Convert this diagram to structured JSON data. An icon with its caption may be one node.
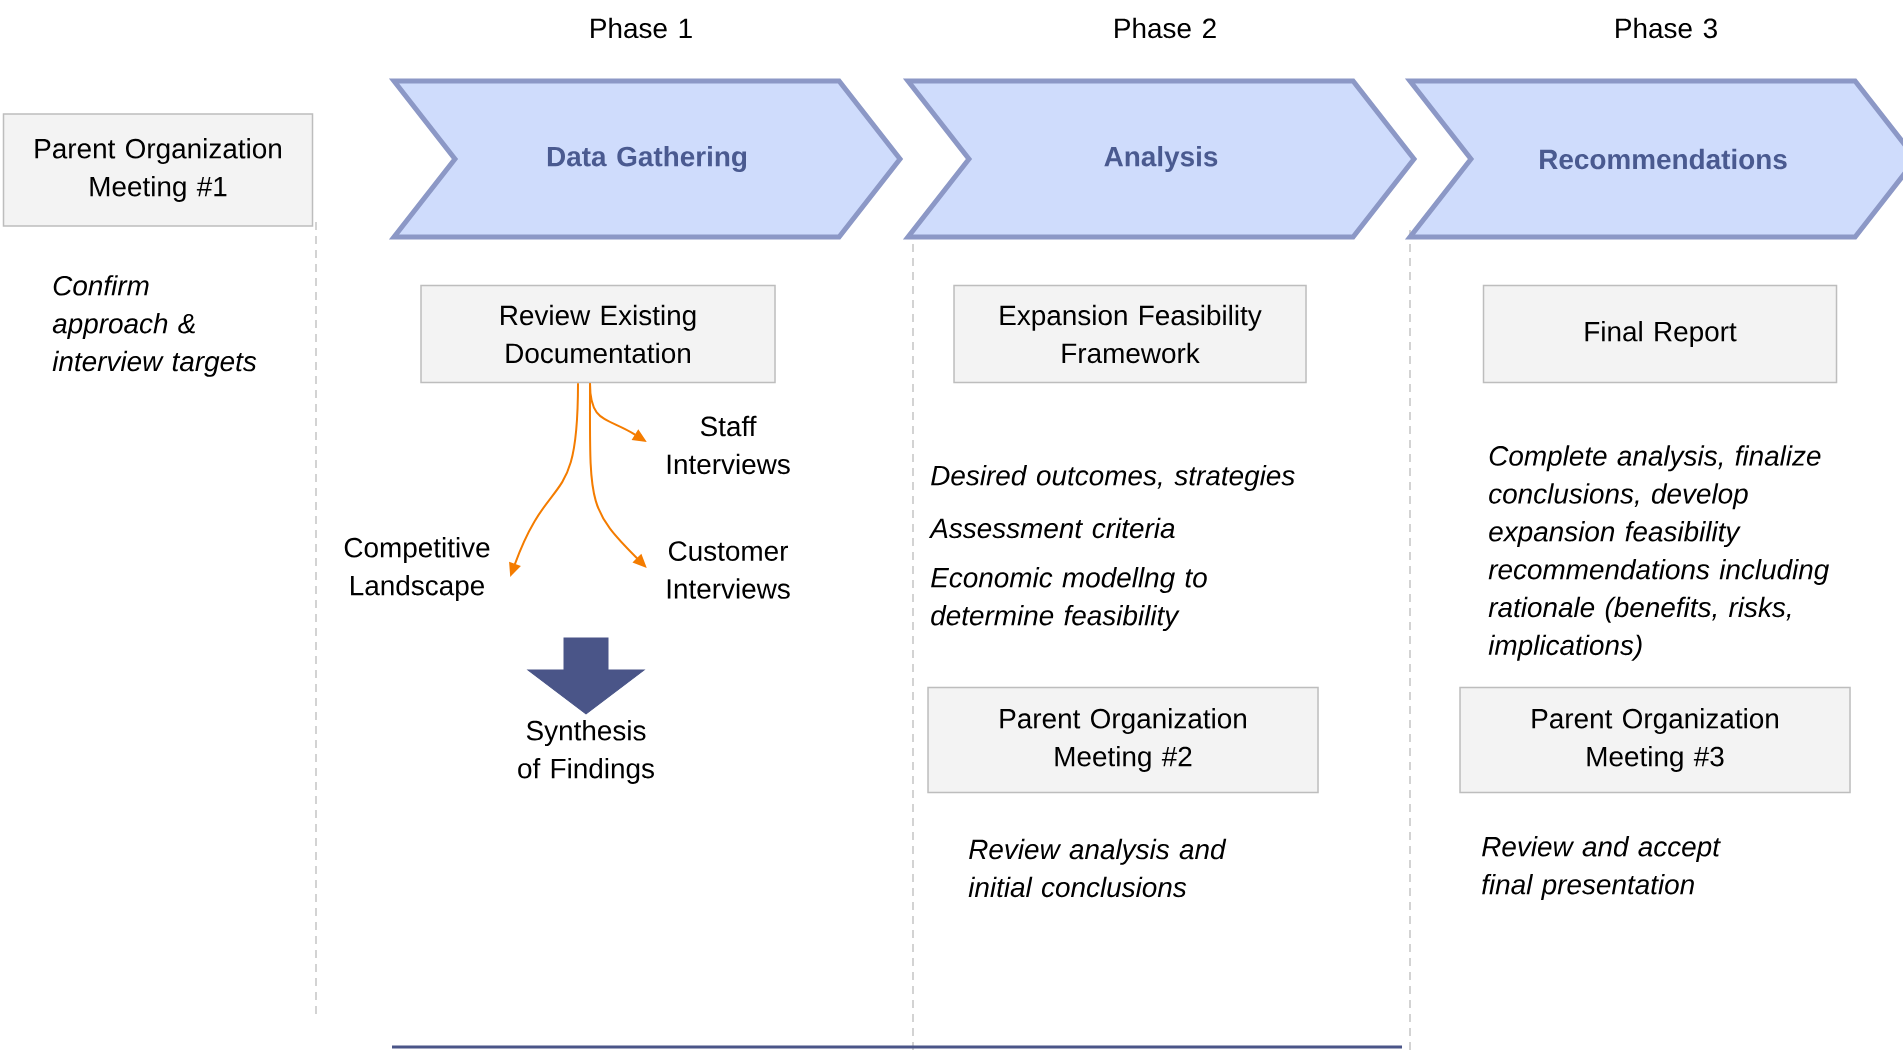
{
  "diagram": {
    "nodes": [
      {
        "text": [
          "Parent Organization Meeting #1"
        ],
        "beside": [
          "Confirm approach & interview targets"
        ]
      },
      {
        "text": [
          "Data Gathering"
        ]
      },
      {
        "text": [
          "Analysis"
        ]
      },
      {
        "text": [
          "Recommendations"
        ]
      },
      {
        "text": [
          "Review Existing Documentation"
        ]
      },
      {
        "text": [
          "Expansion Feasibility Framework"
        ]
      },
      {
        "text": [
          "Final Report"
        ]
      },
      {
        "text": [
          "Staff Interviews"
        ]
      },
      {
        "text": [
          "Competitive Landscape"
        ]
      },
      {
        "text": [
          "Customer Interviews"
        ]
      },
      {
        "text": [
          "Synthesis of Findings"
        ]
      },
      {
        "text": [
          "Parent Organization Meeting #2"
        ],
        "beside": [
          "Review analysis and initial conclusions"
        ]
      },
      {
        "text": [
          "Parent Organization Meeting #3"
        ],
        "beside": [
          "Review and accept final presentation"
        ]
      }
    ],
    "edges": [
      {
        "from": 4,
        "to": 7,
        "arrow": "to"
      },
      {
        "from": 4,
        "to": 8,
        "arrow": "to"
      },
      {
        "from": 4,
        "to": 9,
        "arrow": "to"
      },
      {
        "from": null,
        "to": 10,
        "arrow": "to",
        "style": "thick",
        "color": "#4a5588"
      }
    ],
    "labels": [
      "Phase 1",
      "Phase 2",
      "Phase 3",
      "Desired outcomes, strategies",
      "Assessment criteria",
      "Economic modellng to determine feasibility",
      "Complete analysis, finalize conclusions, develop expansion feasibility recommendations including rationale (benefits, risks, implications)"
    ]
  }
}
